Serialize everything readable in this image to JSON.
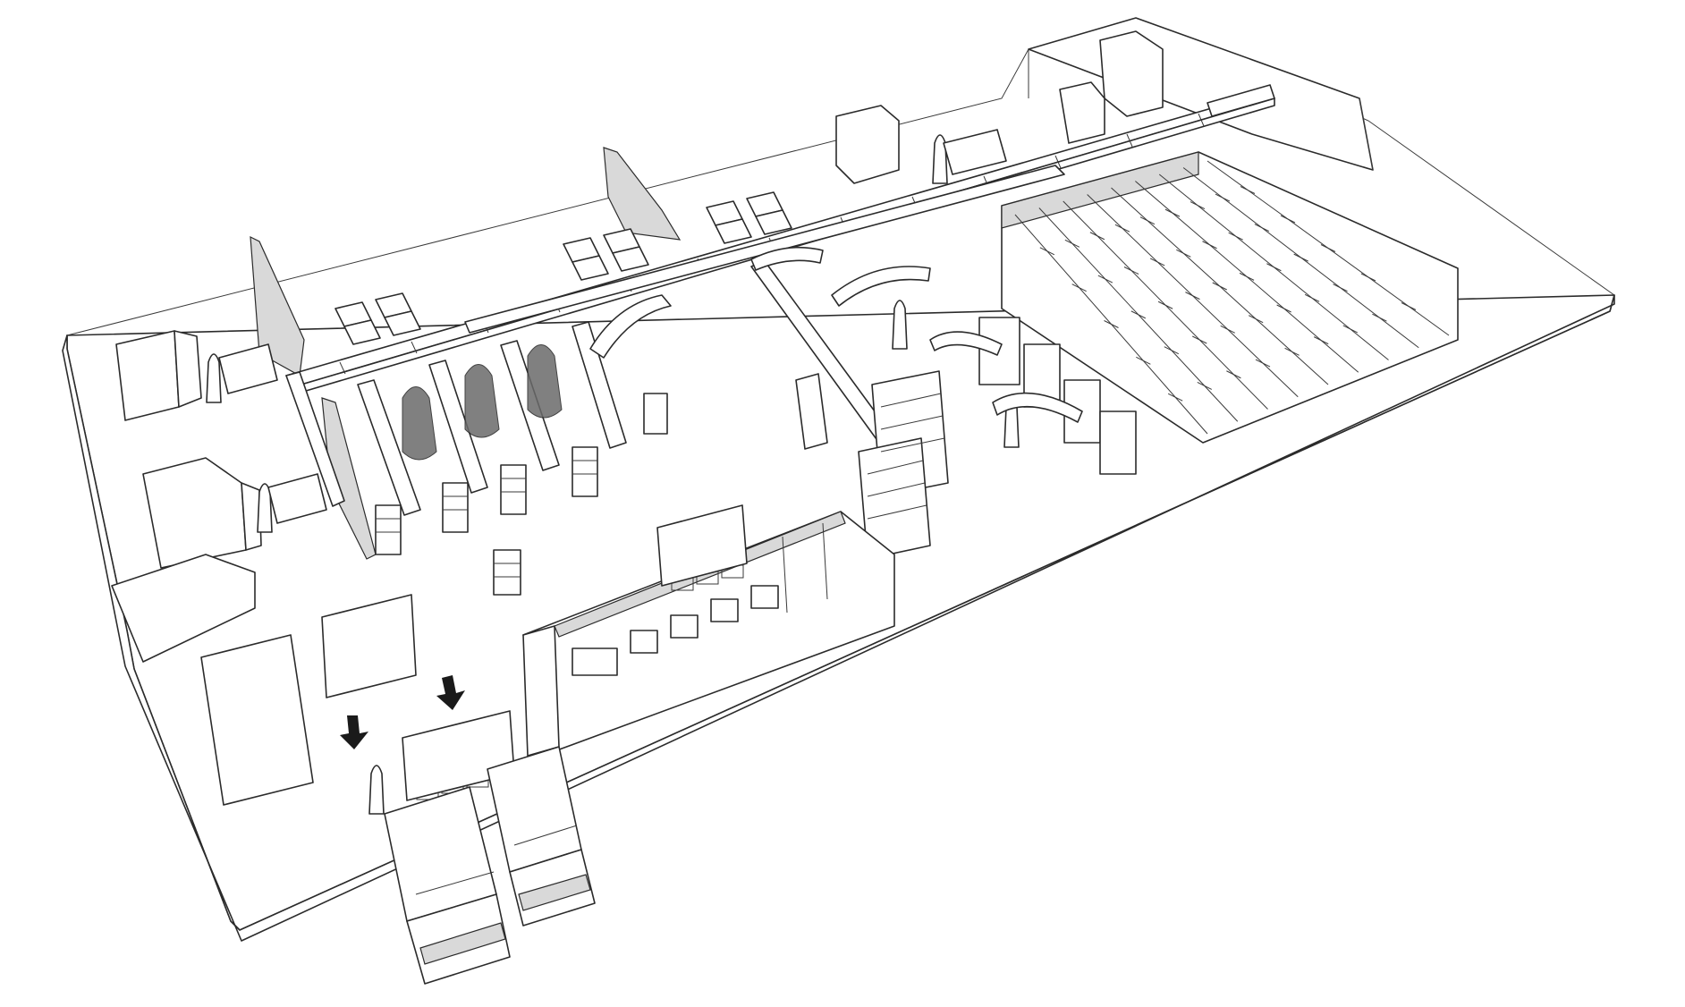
{
  "diagram": {
    "type": "isometric-line-illustration",
    "colors": {
      "line": "#2b2b2b",
      "fill": "#ffffff",
      "shade": "#d9d9d9",
      "arrow": "#1a1a1a"
    },
    "zones": [
      {
        "name": "automated-storage-racks",
        "rack_rows": 9
      },
      {
        "name": "main-conveyor"
      },
      {
        "name": "branch-conveyors",
        "count": 3
      },
      {
        "name": "packing-workstations",
        "count": 8
      },
      {
        "name": "office-building"
      },
      {
        "name": "pallet-staging",
        "pallet_groups": 4
      },
      {
        "name": "loading-docks",
        "trucks": 2
      },
      {
        "name": "direction-arrows",
        "count": 2,
        "icon": "arrow-down-icon"
      }
    ]
  }
}
